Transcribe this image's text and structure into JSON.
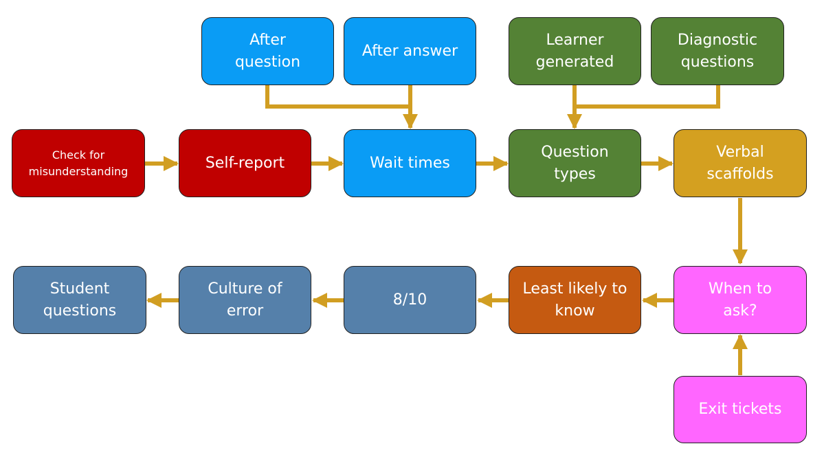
{
  "colors": {
    "arrow": "#d19e22",
    "red": "#c00000",
    "blue": "#0a9cf5",
    "green": "#548235",
    "gold": "#d4a020",
    "magenta": "#ff66ff",
    "steel": "#5580aa",
    "orange": "#c55a11"
  },
  "nodes": {
    "after_question": "After\nquestion",
    "after_answer": "After answer",
    "learner_generated": "Learner\ngenerated",
    "diagnostic_questions": "Diagnostic\nquestions",
    "check_misunderstanding": "Check for\nmisunderstanding",
    "self_report": "Self-report",
    "wait_times": "Wait times",
    "question_types": "Question\ntypes",
    "verbal_scaffolds": "Verbal\nscaffolds",
    "student_questions": "Student\nquestions",
    "culture_of_error": "Culture of\nerror",
    "eight_ten": "8/10",
    "least_likely": "Least likely to\nknow",
    "when_to_ask": "When to\nask?",
    "exit_tickets": "Exit tickets"
  }
}
